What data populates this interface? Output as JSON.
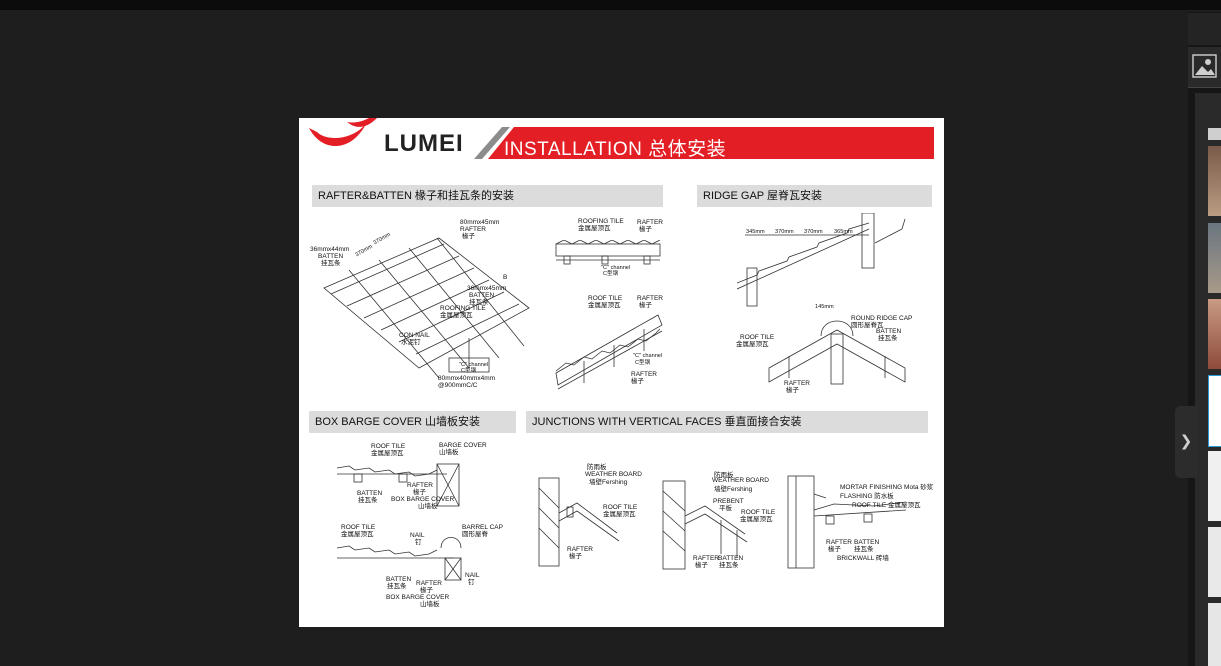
{
  "viewer": {
    "toggle_icon": "chevron-right-icon",
    "image_icon": "image-icon"
  },
  "document": {
    "brand": "LUMEI",
    "title": "INSTALLATION 总体安装",
    "accent_color": "#e31e24",
    "sections": {
      "rafter": {
        "heading": "RAFTER&BATTEN  椽子和挂瓦条的安装",
        "labels": {
          "a1": "80mmx45mm",
          "a2": "RAFTER",
          "a3": "椽子",
          "b1": "36mmx44mm",
          "b2": "BATTEN",
          "b3": "挂瓦条",
          "c1": "370mm",
          "c2": "370mm",
          "d": "B",
          "e1": "36mmx45mm",
          "e2": "BATTEN",
          "e3": "挂瓦条",
          "f1": "ROOFING TILE",
          "f2": "金属屋顶瓦",
          "g1": "CON NAIL",
          "g2": "水泥钉",
          "h1": "\"C\" channel",
          "h2": "C型钢",
          "i1": "80mmx40mmx4mm",
          "i2": "@900mmC/C",
          "j1": "ROOFING TILE",
          "j2": "金属屋顶瓦",
          "j3": "RAFTER",
          "j4": "椽子",
          "k1": "\"C\" channel",
          "k2": "C型钢",
          "l1": "ROOF TILE",
          "l2": "金属屋顶瓦",
          "l3": "RAFTER",
          "l4": "椽子",
          "m1": "\"C\" channel",
          "m2": "C型钢",
          "m3": "RAFTER",
          "m4": "椽子"
        }
      },
      "ridge": {
        "heading": "RIDGE GAP  屋脊瓦安装",
        "labels": {
          "d1": "345mm",
          "d2": "370mm",
          "d3": "370mm",
          "d4": "365mm",
          "d5": "145mm",
          "r1": "ROUND RIDGE CAP",
          "r2": "圆形屋脊瓦",
          "r3": "BATTEN",
          "r4": "挂瓦条",
          "r5": "ROOF TILE",
          "r6": "金属屋顶瓦",
          "r7": "RAFTER",
          "r8": "椽子"
        }
      },
      "barge": {
        "heading": "BOX BARGE COVER  山墙板安装",
        "labels": {
          "a1": "ROOF TILE",
          "a2": "金属屋顶瓦",
          "b1": "BARGE COVER",
          "b2": "山墙板",
          "c1": "RAFTER",
          "c2": "椽子",
          "d1": "BATTEN",
          "d2": "挂瓦条",
          "e1": "BOX BARGE COVER",
          "e2": "山墙板",
          "f1": "ROOF TILE",
          "f2": "金属屋顶瓦",
          "g1": "NAIL",
          "g2": "钉",
          "h1": "BARREL CAP",
          "h2": "圆形屋脊",
          "i1": "BATTEN",
          "i2": "挂瓦条",
          "j1": "RAFTER",
          "j2": "椽子",
          "k1": "NAIL",
          "k2": "钉",
          "l1": "BOX BARGE COVER",
          "l2": "山墙板"
        }
      },
      "junctions": {
        "heading": "JUNCTIONS WITH VERTICAL FACES  垂直面接合安装",
        "labels": {
          "a1": "防雨板",
          "a2": "WEATHER BOARD",
          "a3": "墙壁Fershing",
          "a4": "ROOF TILE",
          "a5": "金属屋顶瓦",
          "a6": "RAFTER",
          "a7": "椽子",
          "b1": "防雨板",
          "b2": "WEATHER BOARD",
          "b3": "墙壁Fershing",
          "b4": "PREBENT",
          "b5": "平板",
          "b6": "ROOF TILE",
          "b7": "金属屋顶瓦",
          "b8": "RAFTER",
          "b9": "椽子",
          "b10": "BATTEN",
          "b11": "挂瓦条",
          "c1": "MORTAR FINISHING Mota 砂浆",
          "c2": "FLASHING 防水板",
          "c3": "ROOF TILE 金属屋顶瓦",
          "c4": "RAFTER",
          "c5": "椽子",
          "c6": "BATTEN",
          "c7": "挂瓦条",
          "c8": "BRICKWALL 砖墙"
        }
      }
    }
  }
}
